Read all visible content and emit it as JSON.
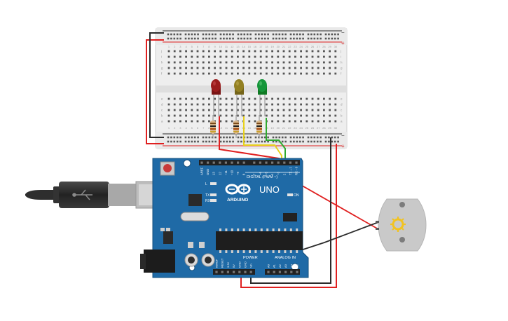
{
  "breadboard": {
    "rail_minus": "−",
    "rail_plus": "+",
    "columns": [
      "1",
      "2",
      "3",
      "4",
      "5",
      "6",
      "7",
      "8",
      "9",
      "10",
      "11",
      "12",
      "13",
      "14",
      "15",
      "16",
      "17",
      "18",
      "19",
      "20",
      "21",
      "22",
      "23",
      "24",
      "25",
      "26",
      "27",
      "28",
      "29",
      "30"
    ],
    "rows_top": [
      "j",
      "i",
      "h",
      "g",
      "f"
    ],
    "rows_bottom": [
      "e",
      "d",
      "c",
      "b",
      "a"
    ]
  },
  "leds": [
    {
      "name": "led-red",
      "color": "#8b1a1a",
      "cap": "#b02020"
    },
    {
      "name": "led-yellow",
      "color": "#8c7a1e",
      "cap": "#a89024"
    },
    {
      "name": "led-green",
      "color": "#138a2a",
      "cap": "#1faa38"
    }
  ],
  "arduino": {
    "logo_text": "ARDUINO",
    "model": "UNO",
    "header_digital": "DIGITAL (PWM ~)",
    "header_power": "POWER",
    "header_analog": "ANALOG IN",
    "led_l": "L",
    "led_tx": "TX",
    "led_rx": "RX",
    "led_on": "ON",
    "digital_pins": [
      "AREF",
      "GND",
      "13",
      "12",
      "~11",
      "~10",
      "~9",
      "8",
      "7",
      "~6",
      "~5",
      "4",
      "~3",
      "2",
      "TX→1",
      "RX←0"
    ],
    "power_pins": [
      "IOREF",
      "RESET",
      "3.3V",
      "5V",
      "GND",
      "GND",
      "Vin"
    ],
    "analog_pins": [
      "A0",
      "A1",
      "A2",
      "A3",
      "A4",
      "A5"
    ],
    "board_color": "#1f6aa6"
  },
  "wire_colors": {
    "red": "#e02020",
    "black": "#2b2b2b",
    "yellow": "#e8d21c",
    "green": "#2faa2f"
  },
  "motor": {
    "body": "#c9c9c9",
    "emblem": "#f2c320"
  }
}
